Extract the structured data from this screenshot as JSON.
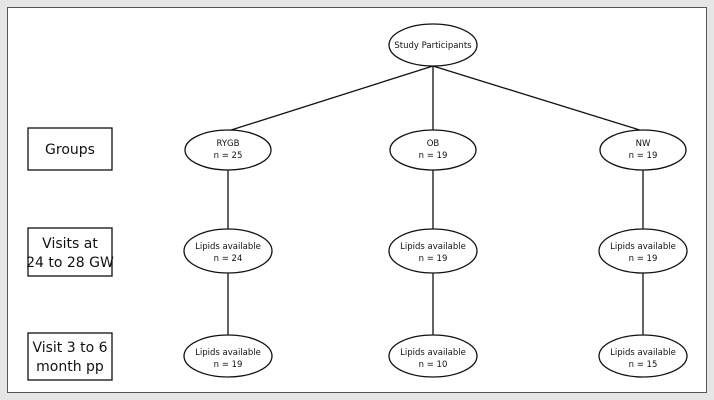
{
  "diagram": {
    "root": {
      "label": "Study Participants"
    },
    "row_labels": {
      "groups": "Groups",
      "visit1": [
        "Visits at",
        "24 to 28 GW"
      ],
      "visit2": [
        "Visit 3 to 6",
        "month pp"
      ]
    },
    "columns": [
      {
        "group": {
          "line1": "RYGB",
          "line2": "n = 25"
        },
        "visit1": {
          "line1": "Lipids available",
          "line2": "n = 24"
        },
        "visit2": {
          "line1": "Lipids available",
          "line2": "n = 19"
        }
      },
      {
        "group": {
          "line1": "OB",
          "line2": "n = 19"
        },
        "visit1": {
          "line1": "Lipids available",
          "line2": "n = 19"
        },
        "visit2": {
          "line1": "Lipids available",
          "line2": "n = 10"
        }
      },
      {
        "group": {
          "line1": "NW",
          "line2": "n = 19"
        },
        "visit1": {
          "line1": "Lipids available",
          "line2": "n = 19"
        },
        "visit2": {
          "line1": "Lipids available",
          "line2": "n = 15"
        }
      }
    ]
  }
}
